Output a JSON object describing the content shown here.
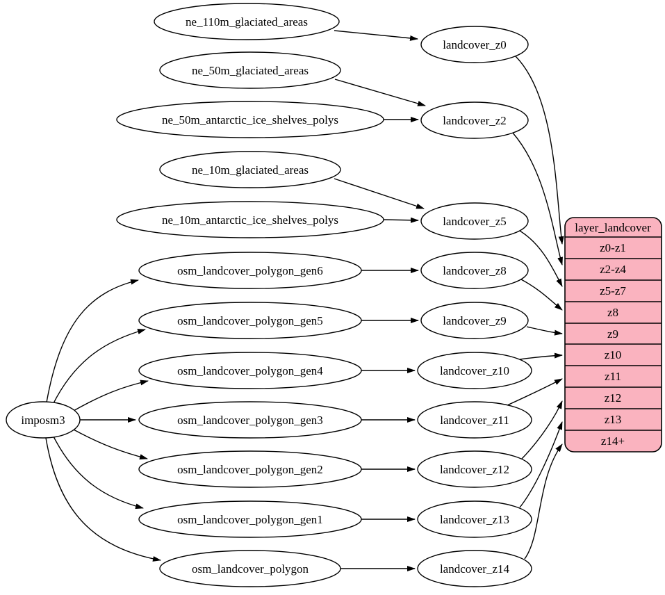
{
  "diagram": {
    "kind": "dependency-graph",
    "background_color": "#ffffff",
    "edge_color": "#000000",
    "node_fill": "#ffffff",
    "node_stroke": "#000000"
  },
  "nodes": {
    "imposm3": "imposm3",
    "ne_110m_glaciated_areas": "ne_110m_glaciated_areas",
    "ne_50m_glaciated_areas": "ne_50m_glaciated_areas",
    "ne_50m_antarctic_ice_shelves_polys": "ne_50m_antarctic_ice_shelves_polys",
    "ne_10m_glaciated_areas": "ne_10m_glaciated_areas",
    "ne_10m_antarctic_ice_shelves_polys": "ne_10m_antarctic_ice_shelves_polys",
    "osm_landcover_polygon_gen6": "osm_landcover_polygon_gen6",
    "osm_landcover_polygon_gen5": "osm_landcover_polygon_gen5",
    "osm_landcover_polygon_gen4": "osm_landcover_polygon_gen4",
    "osm_landcover_polygon_gen3": "osm_landcover_polygon_gen3",
    "osm_landcover_polygon_gen2": "osm_landcover_polygon_gen2",
    "osm_landcover_polygon_gen1": "osm_landcover_polygon_gen1",
    "osm_landcover_polygon": "osm_landcover_polygon",
    "landcover_z0": "landcover_z0",
    "landcover_z2": "landcover_z2",
    "landcover_z5": "landcover_z5",
    "landcover_z8": "landcover_z8",
    "landcover_z9": "landcover_z9",
    "landcover_z10": "landcover_z10",
    "landcover_z11": "landcover_z11",
    "landcover_z12": "landcover_z12",
    "landcover_z13": "landcover_z13",
    "landcover_z14": "landcover_z14"
  },
  "table": {
    "title": "layer_landcover",
    "rows": [
      "z0-z1",
      "z2-z4",
      "z5-z7",
      "z8",
      "z9",
      "z10",
      "z11",
      "z12",
      "z13",
      "z14+"
    ],
    "fill": "#fab3bf",
    "stroke": "#000000"
  },
  "edges": [
    [
      "ne_110m_glaciated_areas",
      "landcover_z0"
    ],
    [
      "ne_50m_glaciated_areas",
      "landcover_z2"
    ],
    [
      "ne_50m_antarctic_ice_shelves_polys",
      "landcover_z2"
    ],
    [
      "ne_10m_glaciated_areas",
      "landcover_z5"
    ],
    [
      "ne_10m_antarctic_ice_shelves_polys",
      "landcover_z5"
    ],
    [
      "imposm3",
      "osm_landcover_polygon_gen6"
    ],
    [
      "imposm3",
      "osm_landcover_polygon_gen5"
    ],
    [
      "imposm3",
      "osm_landcover_polygon_gen4"
    ],
    [
      "imposm3",
      "osm_landcover_polygon_gen3"
    ],
    [
      "imposm3",
      "osm_landcover_polygon_gen2"
    ],
    [
      "imposm3",
      "osm_landcover_polygon_gen1"
    ],
    [
      "imposm3",
      "osm_landcover_polygon"
    ],
    [
      "osm_landcover_polygon_gen6",
      "landcover_z8"
    ],
    [
      "osm_landcover_polygon_gen5",
      "landcover_z9"
    ],
    [
      "osm_landcover_polygon_gen4",
      "landcover_z10"
    ],
    [
      "osm_landcover_polygon_gen3",
      "landcover_z11"
    ],
    [
      "osm_landcover_polygon_gen2",
      "landcover_z12"
    ],
    [
      "osm_landcover_polygon_gen1",
      "landcover_z13"
    ],
    [
      "osm_landcover_polygon",
      "landcover_z14"
    ],
    [
      "landcover_z0",
      "layer_landcover.z0-z1"
    ],
    [
      "landcover_z2",
      "layer_landcover.z2-z4"
    ],
    [
      "landcover_z5",
      "layer_landcover.z5-z7"
    ],
    [
      "landcover_z8",
      "layer_landcover.z8"
    ],
    [
      "landcover_z9",
      "layer_landcover.z9"
    ],
    [
      "landcover_z10",
      "layer_landcover.z10"
    ],
    [
      "landcover_z11",
      "layer_landcover.z11"
    ],
    [
      "landcover_z12",
      "layer_landcover.z12"
    ],
    [
      "landcover_z13",
      "layer_landcover.z13"
    ],
    [
      "landcover_z14",
      "layer_landcover.z14+"
    ]
  ]
}
